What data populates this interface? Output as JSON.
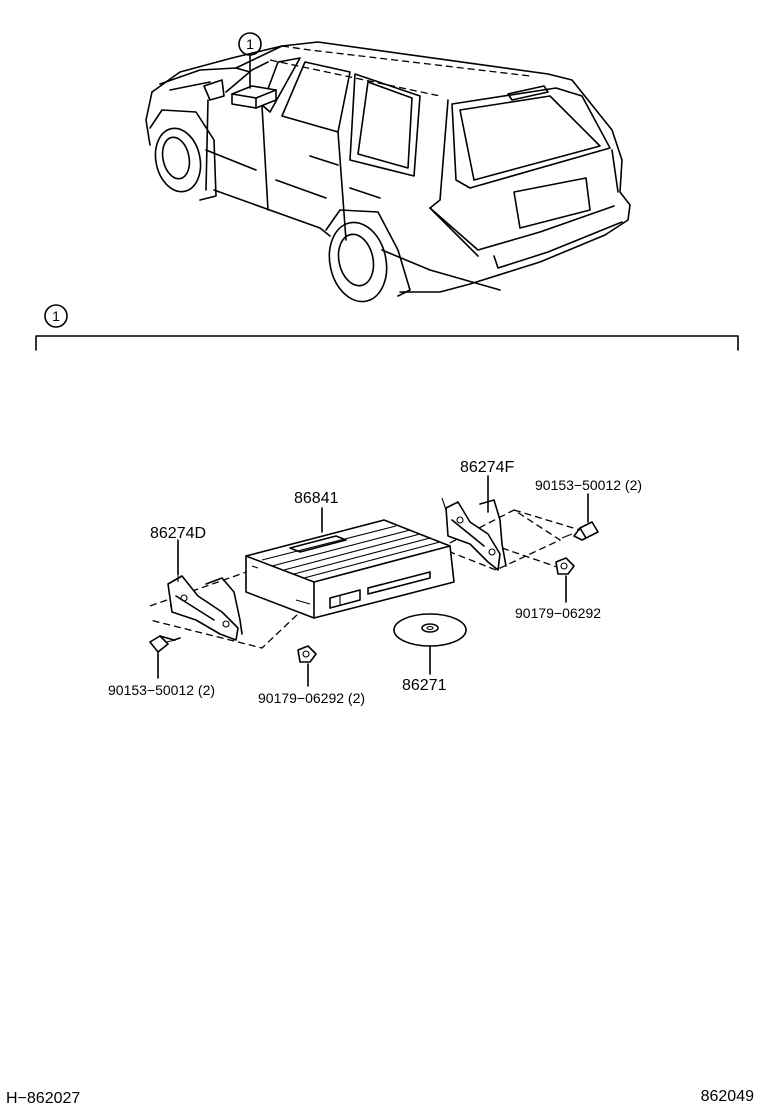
{
  "callout": {
    "number": "1"
  },
  "parts": {
    "p86274D": "86274D",
    "p86841": "86841",
    "p86274F": "86274F",
    "p90153_right": "90153−50012 (2)",
    "p90179_right": "90179−06292",
    "p86271": "86271",
    "p90153_left": "90153−50012 (2)",
    "p90179_left": "90179−06292 (2)"
  },
  "footer": {
    "left_code": "H−862027",
    "right_code": "862049"
  }
}
